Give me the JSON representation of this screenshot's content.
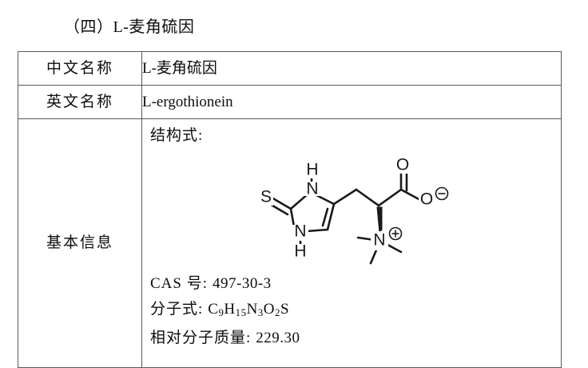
{
  "heading": "（四）L-麦角硫因",
  "table": {
    "rows": [
      {
        "label": "中文名称",
        "value": "L-麦角硫因"
      },
      {
        "label": "英文名称",
        "value": "L-ergothionein"
      }
    ],
    "basic": {
      "label": "基本信息",
      "structure_label": "结构式:",
      "properties": [
        {
          "key": "CAS 号:",
          "value": "497-30-3"
        },
        {
          "key": "分子式:",
          "value": "C9H15N3O2S",
          "value_parts": [
            "C",
            "9",
            "H",
            "15",
            "N",
            "3",
            "O",
            "2",
            "S"
          ]
        },
        {
          "key": "相对分子质量:",
          "value": "229.30"
        }
      ]
    }
  },
  "structure": {
    "name": "L-ergothioneine-skeletal-formula",
    "atom_labels": {
      "sulfur": "S",
      "ring_nh_top_n": "N",
      "ring_nh_top_h": "H",
      "ring_nh_bottom_n": "N",
      "ring_nh_bottom_h": "H",
      "quaternary_nitrogen": "N",
      "nitrogen_charge": "⊕",
      "carbonyl_oxygen": "O",
      "carboxylate_oxygen": "O",
      "oxygen_charge": "⊖"
    },
    "stroke_color": "#1a1a1a"
  },
  "colors": {
    "page_background": "#ffffff",
    "text": "#0d0d0d",
    "table_border": "#5a5a5a"
  }
}
